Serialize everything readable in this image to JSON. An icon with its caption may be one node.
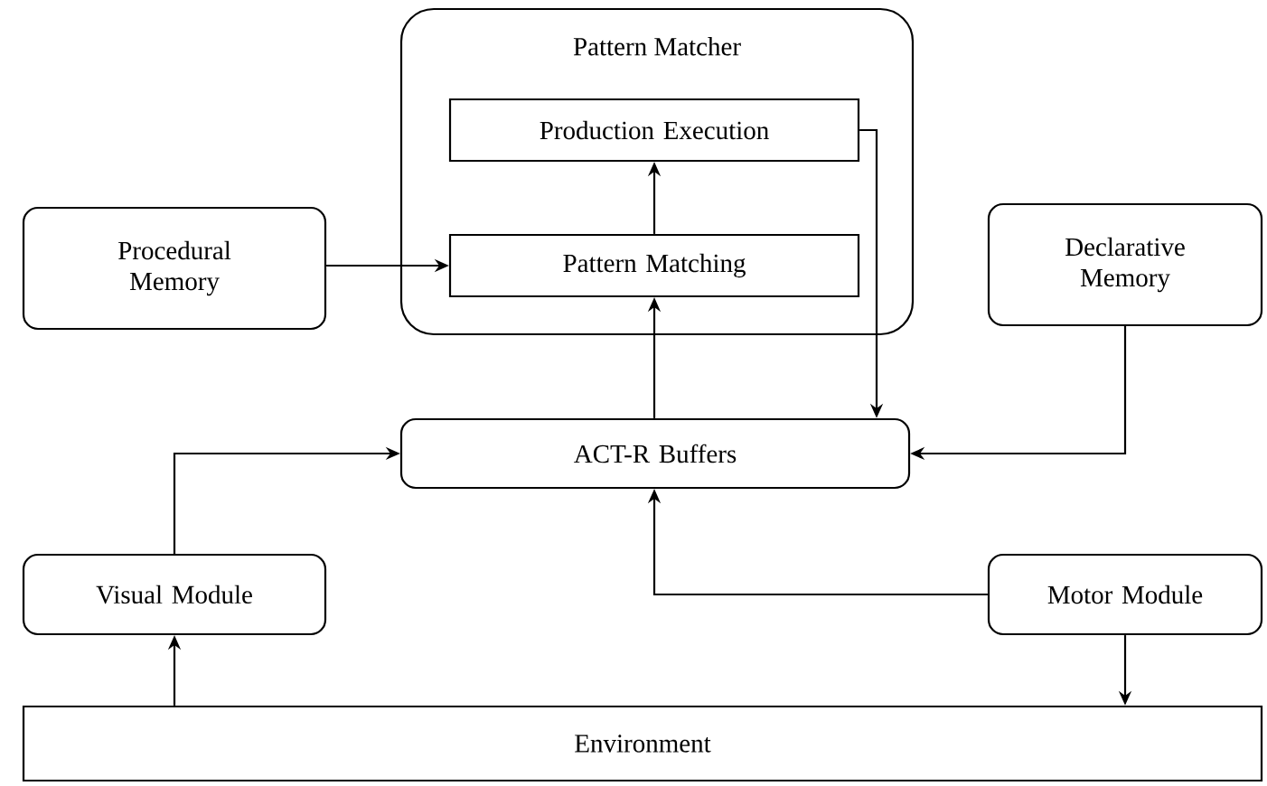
{
  "diagram": {
    "nodes": [
      {
        "text": [
          "Pattern Matcher"
        ]
      },
      {
        "text": [
          "Production Execution"
        ],
        "in": 0
      },
      {
        "text": [
          "Pattern Matching"
        ],
        "in": 0
      },
      {
        "text": [
          "Procedural Memory"
        ]
      },
      {
        "text": [
          "Declarative Memory"
        ]
      },
      {
        "text": [
          "ACT-R Buffers"
        ]
      },
      {
        "text": [
          "Visual Module"
        ]
      },
      {
        "text": [
          "Motor Module"
        ]
      },
      {
        "text": [
          "Environment"
        ]
      }
    ],
    "edges": [
      {
        "from": 3,
        "to": 2,
        "arrow": "to"
      },
      {
        "from": 2,
        "to": 1,
        "arrow": "to"
      },
      {
        "from": 5,
        "to": 2,
        "arrow": "to"
      },
      {
        "from": 1,
        "to": 5,
        "arrow": "to"
      },
      {
        "from": 4,
        "to": 5,
        "arrow": "to"
      },
      {
        "from": 6,
        "to": 5,
        "arrow": "to"
      },
      {
        "from": 7,
        "to": 5,
        "arrow": "to"
      },
      {
        "from": 8,
        "to": 6,
        "arrow": "to"
      },
      {
        "from": 7,
        "to": 8,
        "arrow": "to"
      }
    ]
  }
}
